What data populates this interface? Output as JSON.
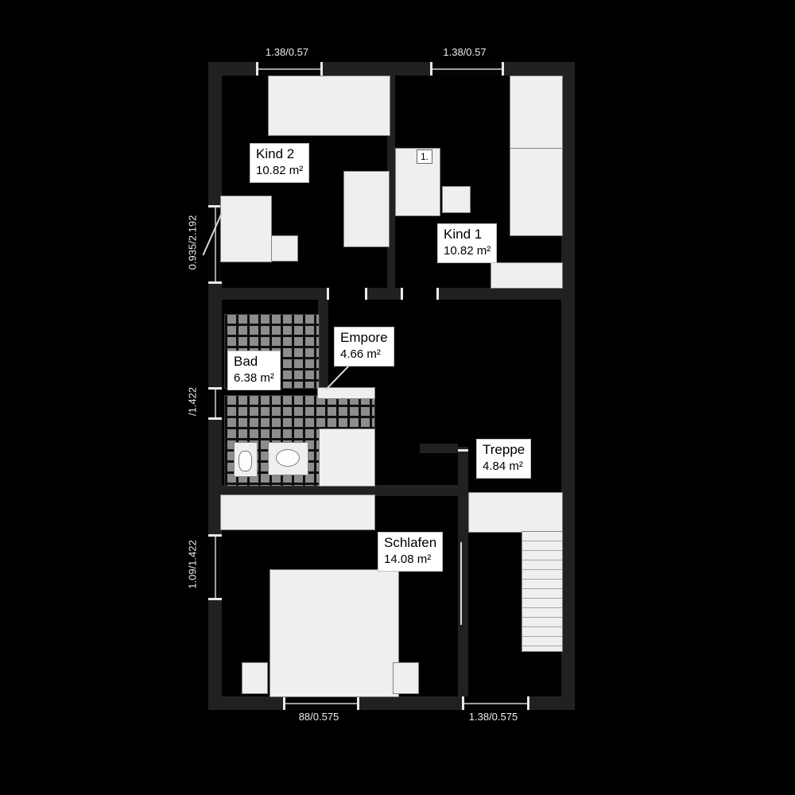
{
  "rooms": {
    "kind2": {
      "name": "Kind 2",
      "area": "10.82 m²"
    },
    "kind1": {
      "name": "Kind 1",
      "area": "10.82 m²"
    },
    "bad": {
      "name": "Bad",
      "area": "6.38 m²"
    },
    "empore": {
      "name": "Empore",
      "area": "4.66 m²"
    },
    "treppe": {
      "name": "Treppe",
      "area": "4.84 m²"
    },
    "schlafen": {
      "name": "Schlafen",
      "area": "14.08 m²"
    }
  },
  "dimensions": {
    "top_left": "1.38/0.57",
    "top_right": "1.38/0.57",
    "left_upper": "0.935/2.192",
    "left_middle": "/1.422",
    "left_lower": "1.09/1.422",
    "bottom_left": "88/0.575",
    "bottom_right": "1.38/0.575"
  },
  "annotations": {
    "door_label": "1."
  },
  "colors": {
    "background": "#000000",
    "wall": "#212121",
    "furniture_fill": "#efefef",
    "furniture_border": "#828282",
    "tile": "#8d8d8d",
    "label_bg": "#ffffff",
    "label_text": "#000000",
    "dim_text": "#ededed"
  }
}
